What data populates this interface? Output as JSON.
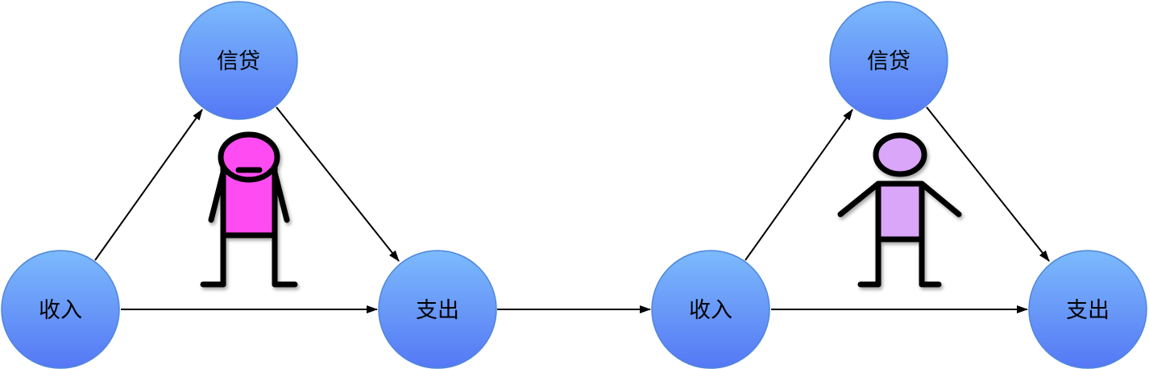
{
  "diagram_left": {
    "node_income": {
      "label": "收入"
    },
    "node_credit": {
      "label": "信贷"
    },
    "node_expense": {
      "label": "支出"
    },
    "figure": {
      "icon": "stick-figure-arms-down",
      "color": "#ff4bf2"
    }
  },
  "diagram_right": {
    "node_income": {
      "label": "收入"
    },
    "node_credit": {
      "label": "信贷"
    },
    "node_expense": {
      "label": "支出"
    },
    "figure": {
      "icon": "stick-figure-arms-out",
      "color": "#daa6f9"
    }
  },
  "colors": {
    "node_gradient_top": "#7cbafc",
    "node_gradient_bottom": "#5578f5",
    "node_stroke": "#4f86d9",
    "arrow": "#000000"
  }
}
